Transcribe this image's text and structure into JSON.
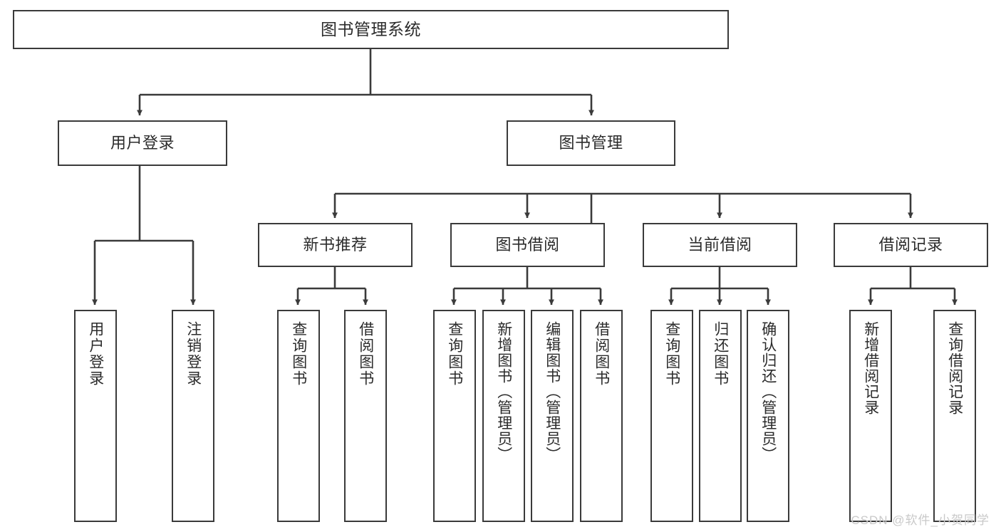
{
  "diagram": {
    "title": "图书管理系统",
    "type": "tree",
    "watermark": "CSDN @软件_小贺同学",
    "colors": {
      "box_border": "#3a3a3a",
      "box_fill": "#ffffff",
      "edge": "#3a3a3a",
      "text": "#2b2b2b",
      "watermark": "#c9c9c9"
    },
    "root": {
      "label": "图书管理系统"
    },
    "level2": [
      {
        "label": "用户登录"
      },
      {
        "label": "图书管理"
      }
    ],
    "level3": [
      {
        "label": "新书推荐"
      },
      {
        "label": "图书借阅"
      },
      {
        "label": "当前借阅"
      },
      {
        "label": "借阅记录"
      }
    ],
    "leaves": [
      {
        "label": "用户登录",
        "parent": "用户登录"
      },
      {
        "label": "注销登录",
        "parent": "用户登录"
      },
      {
        "label": "查询图书",
        "parent": "新书推荐"
      },
      {
        "label": "借阅图书",
        "parent": "新书推荐"
      },
      {
        "label": "查询图书",
        "parent": "图书借阅"
      },
      {
        "label": "新增图书（管理员）",
        "parent": "图书借阅"
      },
      {
        "label": "编辑图书（管理员）",
        "parent": "图书借阅"
      },
      {
        "label": "借阅图书",
        "parent": "图书借阅"
      },
      {
        "label": "查询图书",
        "parent": "当前借阅"
      },
      {
        "label": "归还图书",
        "parent": "当前借阅"
      },
      {
        "label": "确认归还（管理员）",
        "parent": "当前借阅"
      },
      {
        "label": "新增借阅记录",
        "parent": "借阅记录"
      },
      {
        "label": "查询借阅记录",
        "parent": "借阅记录"
      }
    ]
  }
}
